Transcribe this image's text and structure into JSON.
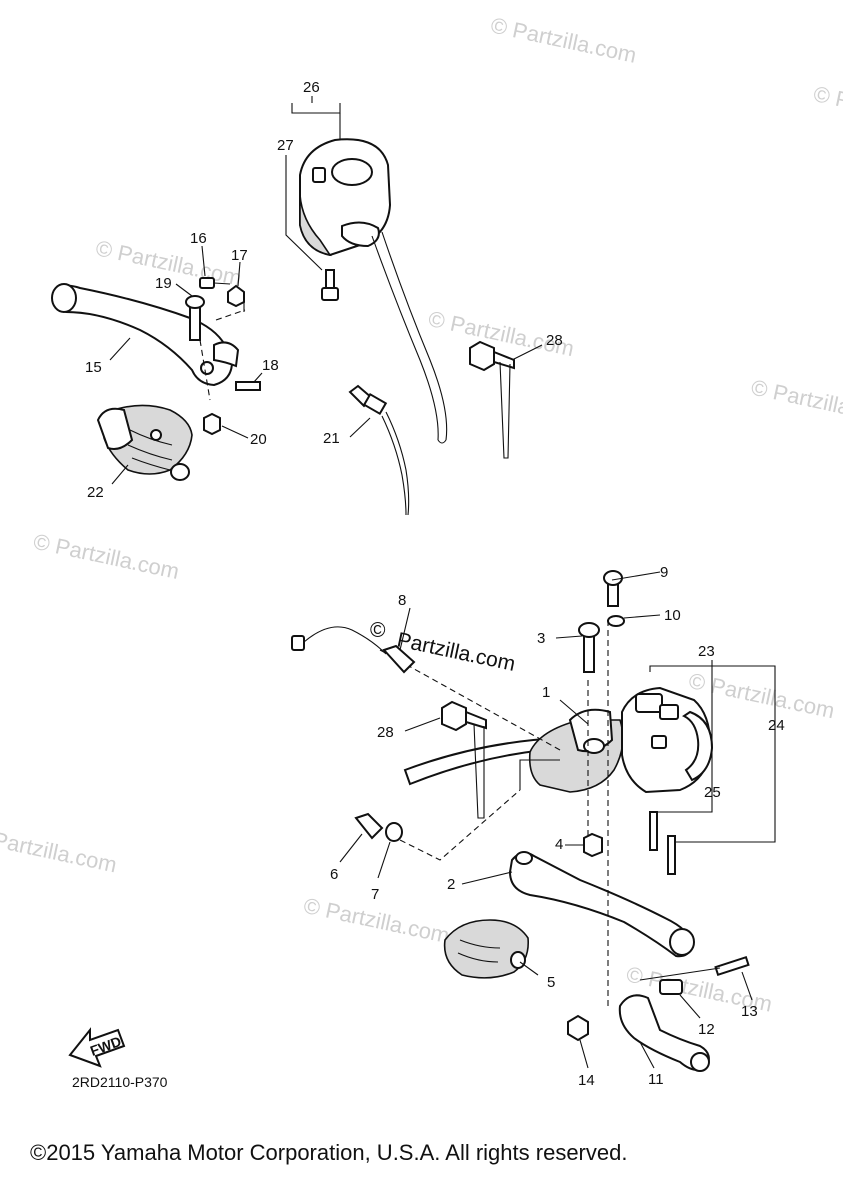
{
  "diagram_code": "2RD2110-P370",
  "copyright": "©2015 Yamaha Motor Corporation, U.S.A. All rights reserved.",
  "watermark": "© Partzilla.com",
  "watermark_center": "Partzilla.com",
  "watermark_symbol": "©",
  "fwd_label": "FWD",
  "callouts": {
    "c1": "1",
    "c2": "2",
    "c3": "3",
    "c4": "4",
    "c5": "5",
    "c6": "6",
    "c7": "7",
    "c8": "8",
    "c9": "9",
    "c10": "10",
    "c11": "11",
    "c12": "12",
    "c13": "13",
    "c14": "14",
    "c15": "15",
    "c16": "16",
    "c17": "17",
    "c18": "18",
    "c19": "19",
    "c20": "20",
    "c21": "21",
    "c22": "22",
    "c23": "23",
    "c24": "24",
    "c25": "25",
    "c26": "26",
    "c27": "27",
    "c28a": "28",
    "c28b": "28"
  }
}
